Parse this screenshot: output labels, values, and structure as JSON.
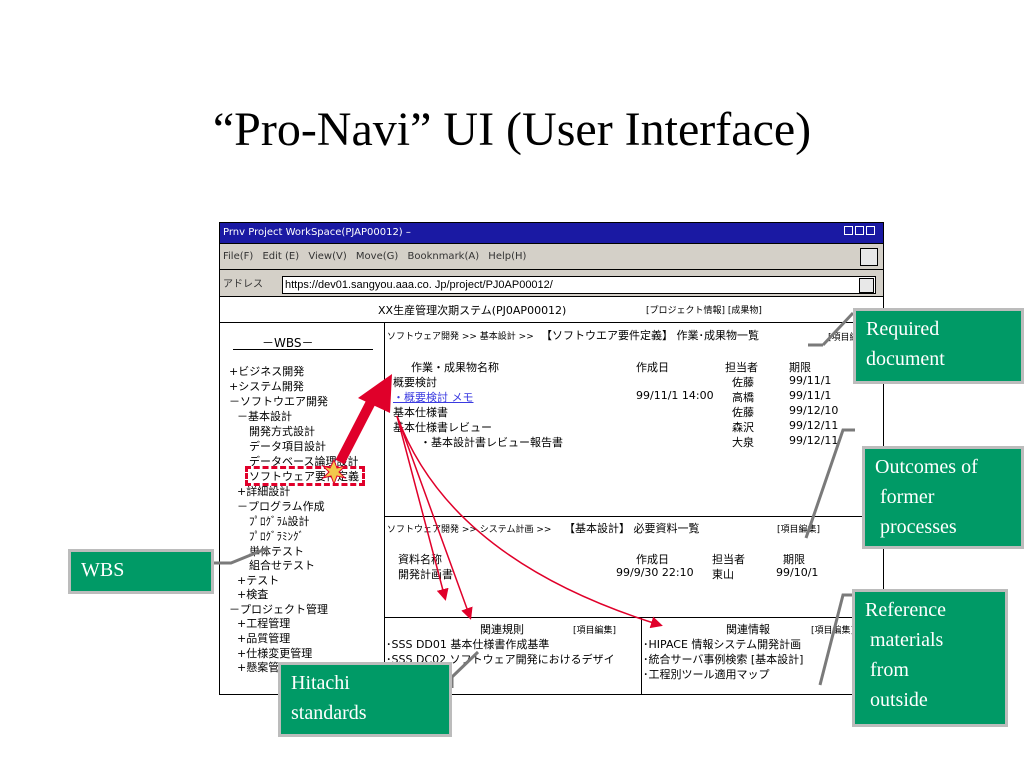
{
  "slide": {
    "title": "“Pro-Navi” UI (User Interface)"
  },
  "window": {
    "title": "Prnv Project WorkSpace(PJAP00012) –",
    "menu": [
      "File(F)",
      "Edit (E)",
      "View(V)",
      "Move(G)",
      "Booknmark(A)",
      "Help(H)"
    ],
    "address_label": "アドレス",
    "address_value": "https://dev01.sangyou.aaa.co. Jp/project/PJ0AP00012/",
    "system_name": "XX生産管理次期ステム(PJ0AP00012)",
    "system_links": "[プロジェクト情報] [成果物]"
  },
  "wbs": {
    "title": "－WBS－",
    "items": [
      "+ビジネス開発",
      "+システム開発",
      "－ソフトウエア開発",
      "－基本設計",
      "開発方式設計",
      "データ項目設計",
      "データベース論理設計",
      "ソフトウェア要件定義",
      "+詳細設計",
      "－プログラム作成",
      "ﾌﾟﾛｸﾞﾗﾑ設計",
      "ﾌﾟﾛｸﾞﾗﾐﾝｸﾞ",
      "単体テスト",
      "組合せテスト",
      "+テスト",
      "+検査",
      "－プロジェクト管理",
      "+工程管理",
      "+品質管理",
      "+仕様変更管理",
      "+懸案管理"
    ]
  },
  "outputs": {
    "breadcrumb": "ソフトウェア開発 >> 基本設計 >>",
    "heading": "【ソフトウエア要件定義】 作業･成果物一覧",
    "edit_link": "[項目編集]",
    "headers": {
      "name": "作業・成果物名称",
      "date": "作成日",
      "owner": "担当者",
      "due": "期限"
    },
    "rows": [
      {
        "name": "概要検討",
        "date": "",
        "owner": "佐藤",
        "due": "99/11/1"
      },
      {
        "name": "・概要検討 メモ",
        "date": "99/11/1 14:00",
        "owner": "高橋",
        "due": "99/11/1"
      },
      {
        "name": "基本仕様書",
        "date": "",
        "owner": "佐藤",
        "due": "99/12/10"
      },
      {
        "name": "基本仕様書レビュー",
        "date": "",
        "owner": "森沢",
        "due": "99/12/11"
      },
      {
        "name": "・基本設計書レビュー報告書",
        "date": "",
        "owner": "大泉",
        "due": "99/12/11"
      }
    ]
  },
  "required": {
    "breadcrumb": "ソフトウェア開発 >> システム計画 >>",
    "heading": "【基本設計】 必要資料一覧",
    "edit_link": "[項目編集]",
    "headers": {
      "name": "資料名称",
      "date": "作成日",
      "owner": "担当者",
      "due": "期限"
    },
    "rows": [
      {
        "name": "開発計画書",
        "date": "99/9/30 22:10",
        "owner": "東山",
        "due": "99/10/1"
      }
    ]
  },
  "rules": {
    "title": "関連規則",
    "edit_link": "[項目編集]",
    "items": [
      "･SSS DD01 基本仕様書作成基準",
      "･SSS DC02 ソフトウェア開発におけるデザイ"
    ]
  },
  "info": {
    "title": "関連情報",
    "edit_link": "[項目編集]",
    "items": [
      "･HIPACE 情報システム開発計画",
      "･統合サーバ事例検索 [基本設計]",
      "･工程別ツール適用マップ"
    ]
  },
  "callouts": {
    "required_document": "Required\ndocument",
    "outcomes": "Outcomes of\n former\n processes",
    "reference": "Reference\n materials\n from\n outside",
    "wbs": "WBS",
    "hitachi": "Hitachi\nstandards"
  },
  "colors": {
    "titlebar": "#1a19a3",
    "callout": "#009a66",
    "arrow": "#e0002a",
    "link": "#3a3ae0"
  }
}
